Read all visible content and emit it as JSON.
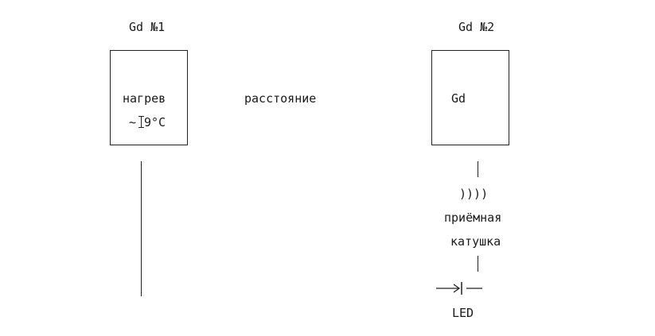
{
  "gd1": {
    "title": "Gd №1",
    "heating_label": "нагрев",
    "temp_prefix": "~",
    "temp_suffix": "9°C"
  },
  "distance_label": "расстояние",
  "gd2": {
    "title": "Gd №2",
    "inner_label": "Gd",
    "wave_symbol": "))))",
    "coil_line1": "приёмная",
    "coil_line2": "катушка",
    "led_label": "LED"
  }
}
